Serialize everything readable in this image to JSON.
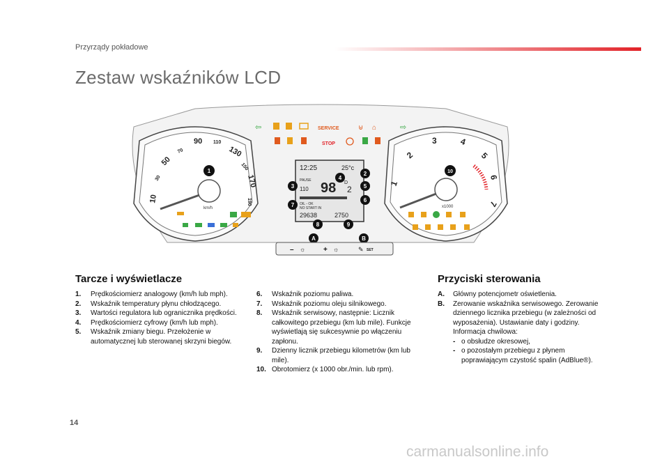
{
  "header": {
    "section": "Przyrządy pokładowe"
  },
  "title": "Zestaw wskaźników LCD",
  "illustration": {
    "warning": {
      "service": "SERVICE",
      "stop": "STOP"
    },
    "speedo": {
      "ticks": [
        "10",
        "30",
        "50",
        "70",
        "90",
        "110",
        "130",
        "150",
        "170",
        "190"
      ],
      "unit": "km/h"
    },
    "tacho": {
      "ticks": [
        "1",
        "2",
        "3",
        "4",
        "5",
        "6",
        "7"
      ],
      "unit": "x1000"
    },
    "lcd": {
      "time": "12:25",
      "temp": "25°c",
      "pause": "PAUSE",
      "limit": "110",
      "speed": "98",
      "gear": "D",
      "gear_num": "2",
      "oil": "OIL - OK",
      "no_start": "NO START IN",
      "odo": "29638",
      "trip": "2750"
    },
    "callouts": [
      "1",
      "2",
      "3",
      "4",
      "5",
      "6",
      "7",
      "8",
      "9",
      "10",
      "A",
      "B"
    ],
    "buttons": {
      "minus": "–",
      "plus": "+",
      "set": "SET"
    }
  },
  "dials": {
    "title": "Tarcze i wyświetlacze",
    "items": [
      {
        "n": "1.",
        "text": "Prędkościomierz analogowy (km/h lub mph)."
      },
      {
        "n": "2.",
        "text": "Wskaźnik temperatury płynu chłodzącego."
      },
      {
        "n": "3.",
        "text": "Wartości regulatora lub ogranicznika prędkości."
      },
      {
        "n": "4.",
        "text": "Prędkościomierz cyfrowy (km/h lub mph)."
      },
      {
        "n": "5.",
        "text": "Wskaźnik zmiany biegu. Przełożenie w automatycznej lub sterowanej skrzyni biegów."
      },
      {
        "n": "6.",
        "text": "Wskaźnik poziomu paliwa."
      },
      {
        "n": "7.",
        "text": "Wskaźnik poziomu oleju silnikowego."
      },
      {
        "n": "8.",
        "text": "Wskaźnik serwisowy, następnie: Licznik całkowitego przebiegu (km lub mile). Funkcje wyświetlają się sukcesywnie po włączeniu zapłonu."
      },
      {
        "n": "9.",
        "text": "Dzienny licznik przebiegu kilometrów (km lub mile)."
      },
      {
        "n": "10.",
        "text": "Obrotomierz (x 1000 obr./min. lub rpm)."
      }
    ]
  },
  "controls": {
    "title": "Przyciski sterowania",
    "items": [
      {
        "n": "A.",
        "text": "Główny potencjometr oświetlenia."
      },
      {
        "n": "B.",
        "text": "Zerowanie wskaźnika serwisowego. Zerowanie dziennego licznika przebiegu (w zależności od wyposażenia). Ustawianie daty i godziny. Informacja chwilowa:"
      },
      {
        "n": "-",
        "text": "o obsłudze okresowej,"
      },
      {
        "n": "-",
        "text": "o pozostałym przebiegu z płynem poprawiającym czystość spalin (AdBlue®)."
      }
    ]
  },
  "page_number": "14",
  "watermark": "carmanualsonline.info"
}
